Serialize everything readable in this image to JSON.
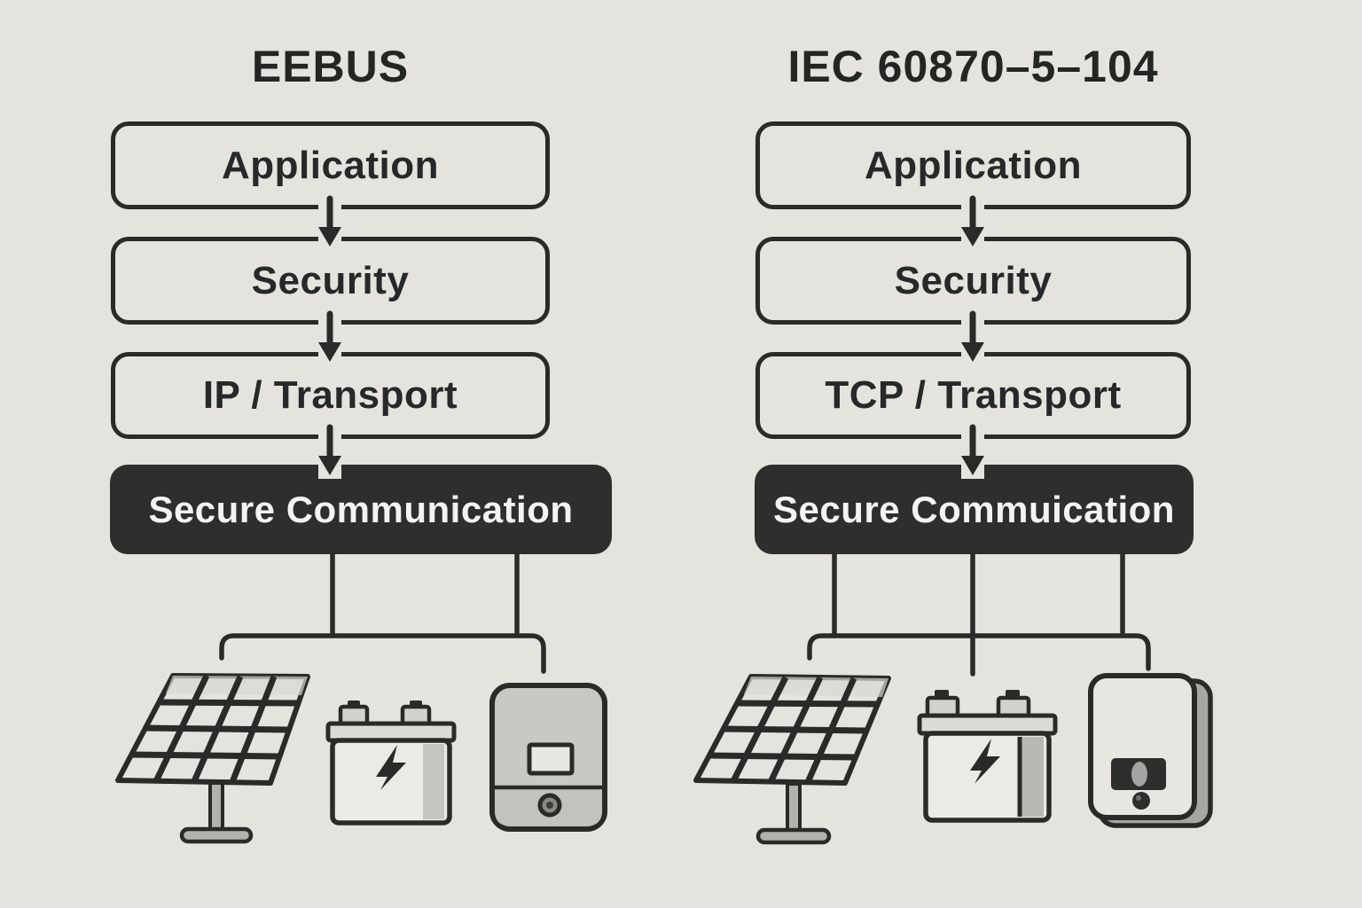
{
  "titles": {
    "left": "EEBUS",
    "right": "IEC 60870–5–104"
  },
  "left_stack": {
    "layers": [
      "Application",
      "Security",
      "IP / Transport"
    ],
    "secure": "Secure Communication"
  },
  "right_stack": {
    "layers": [
      "Application",
      "Security",
      "TCP / Transport"
    ],
    "secure": "Secure Commuication"
  },
  "devices": {
    "left": [
      "solar-panel",
      "battery",
      "inverter"
    ],
    "right": [
      "solar-panel",
      "battery",
      "inverter"
    ]
  },
  "colors": {
    "background": "#e5e3de",
    "ink": "#2a2a28",
    "secure_box_bg": "#2e2e2c",
    "secure_box_text": "#f4f3f0"
  }
}
